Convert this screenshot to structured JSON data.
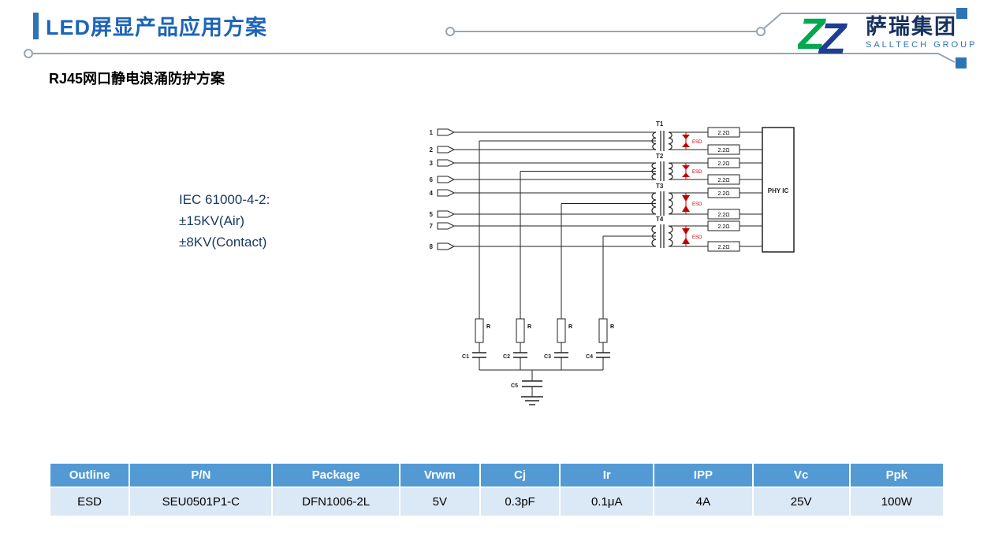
{
  "slide": {
    "title": "LED屏显产品应用方案",
    "subtitle": "RJ45网口静电浪涌防护方案"
  },
  "logo": {
    "mark": "Z",
    "name": "萨瑞集团",
    "subname": "SALLTECH GROUP"
  },
  "iec": {
    "line1": "IEC 61000-4-2:",
    "line2": "±15KV(Air)",
    "line3": "±8KV(Contact)"
  },
  "schematic": {
    "pins": [
      "1",
      "2",
      "3",
      "6",
      "4",
      "5",
      "7",
      "8"
    ],
    "transformers": [
      "T1",
      "T2",
      "T3",
      "T4"
    ],
    "esd_label": "ESD",
    "resistor_value": "2.2Ω",
    "phy_label": "PHY IC",
    "r_label": "R",
    "capacitors": [
      "C1",
      "C2",
      "C3",
      "C4",
      "C5"
    ]
  },
  "table": {
    "headers": [
      "Outline",
      "P/N",
      "Package",
      "Vrwm",
      "Cj",
      "Ir",
      "IPP",
      "Vc",
      "Ppk"
    ],
    "rows": [
      [
        "ESD",
        "SEU0501P1-C",
        "DFN1006-2L",
        "5V",
        "0.3pF",
        "0.1μA",
        "4A",
        "25V",
        "100W"
      ]
    ]
  },
  "colors": {
    "accent_blue": "#2E74B5",
    "title_blue": "#1C64B8",
    "table_header_bg": "#539AD5",
    "table_row_bg": "#DBE8F6",
    "logo_green": "#00A84F",
    "logo_blue": "#1E3E92",
    "esd_red": "#C00000"
  }
}
